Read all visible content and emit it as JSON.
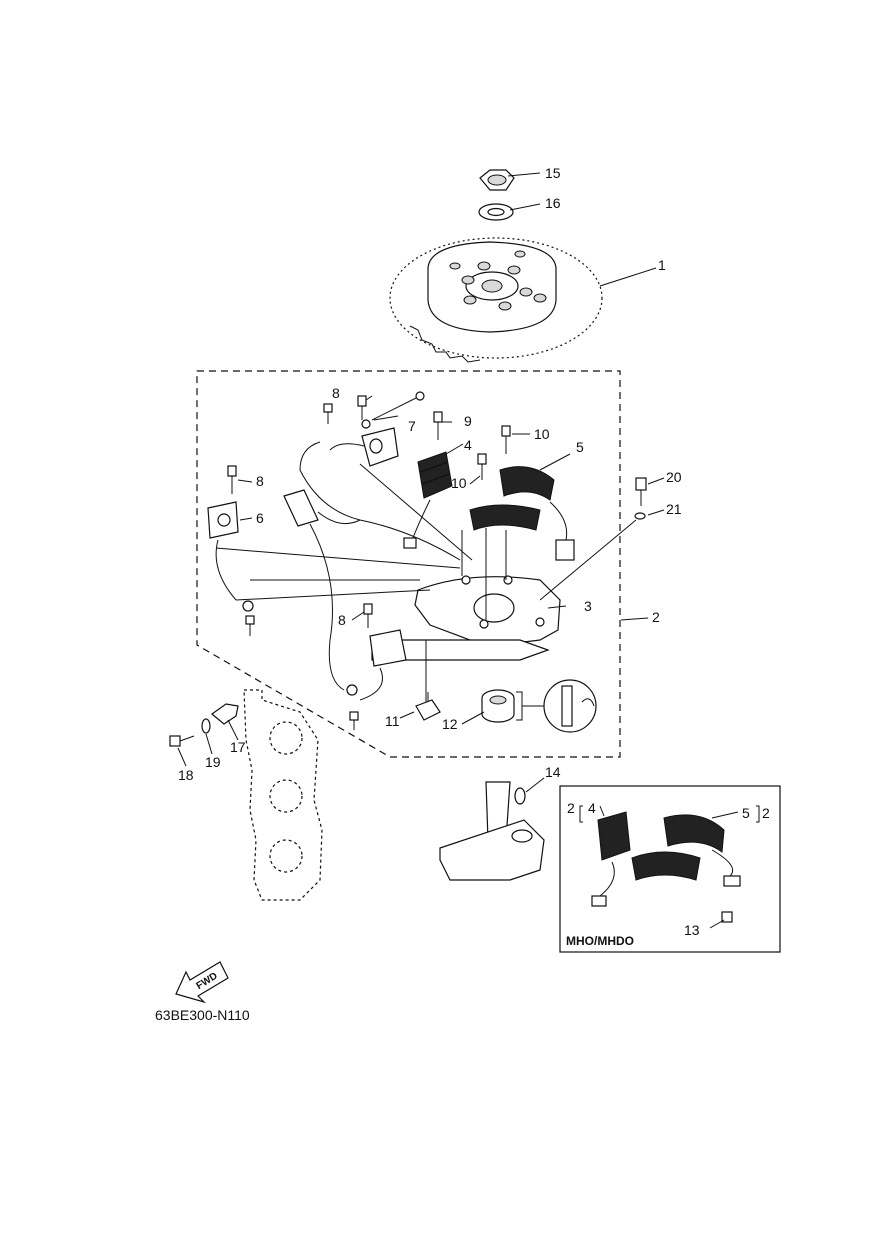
{
  "diagram": {
    "code": "63BE300-N110",
    "inset_title": "MHO/MHDO",
    "fwd_label": "FWD",
    "callouts": {
      "c1": "1",
      "c2": "2",
      "c3": "3",
      "c4": "4",
      "c5": "5",
      "c6": "6",
      "c7": "7",
      "c8a": "8",
      "c8b": "8",
      "c8c": "8",
      "c9": "9",
      "c10a": "10",
      "c10b": "10",
      "c11": "11",
      "c12": "12",
      "c13": "13",
      "c14": "14",
      "c15": "15",
      "c16": "16",
      "c17": "17",
      "c18": "18",
      "c19": "19",
      "c20": "20",
      "c21": "21",
      "inset_left_outer": "2",
      "inset_left_inner": "4",
      "inset_right_inner": "5",
      "inset_right_outer": "2"
    }
  }
}
